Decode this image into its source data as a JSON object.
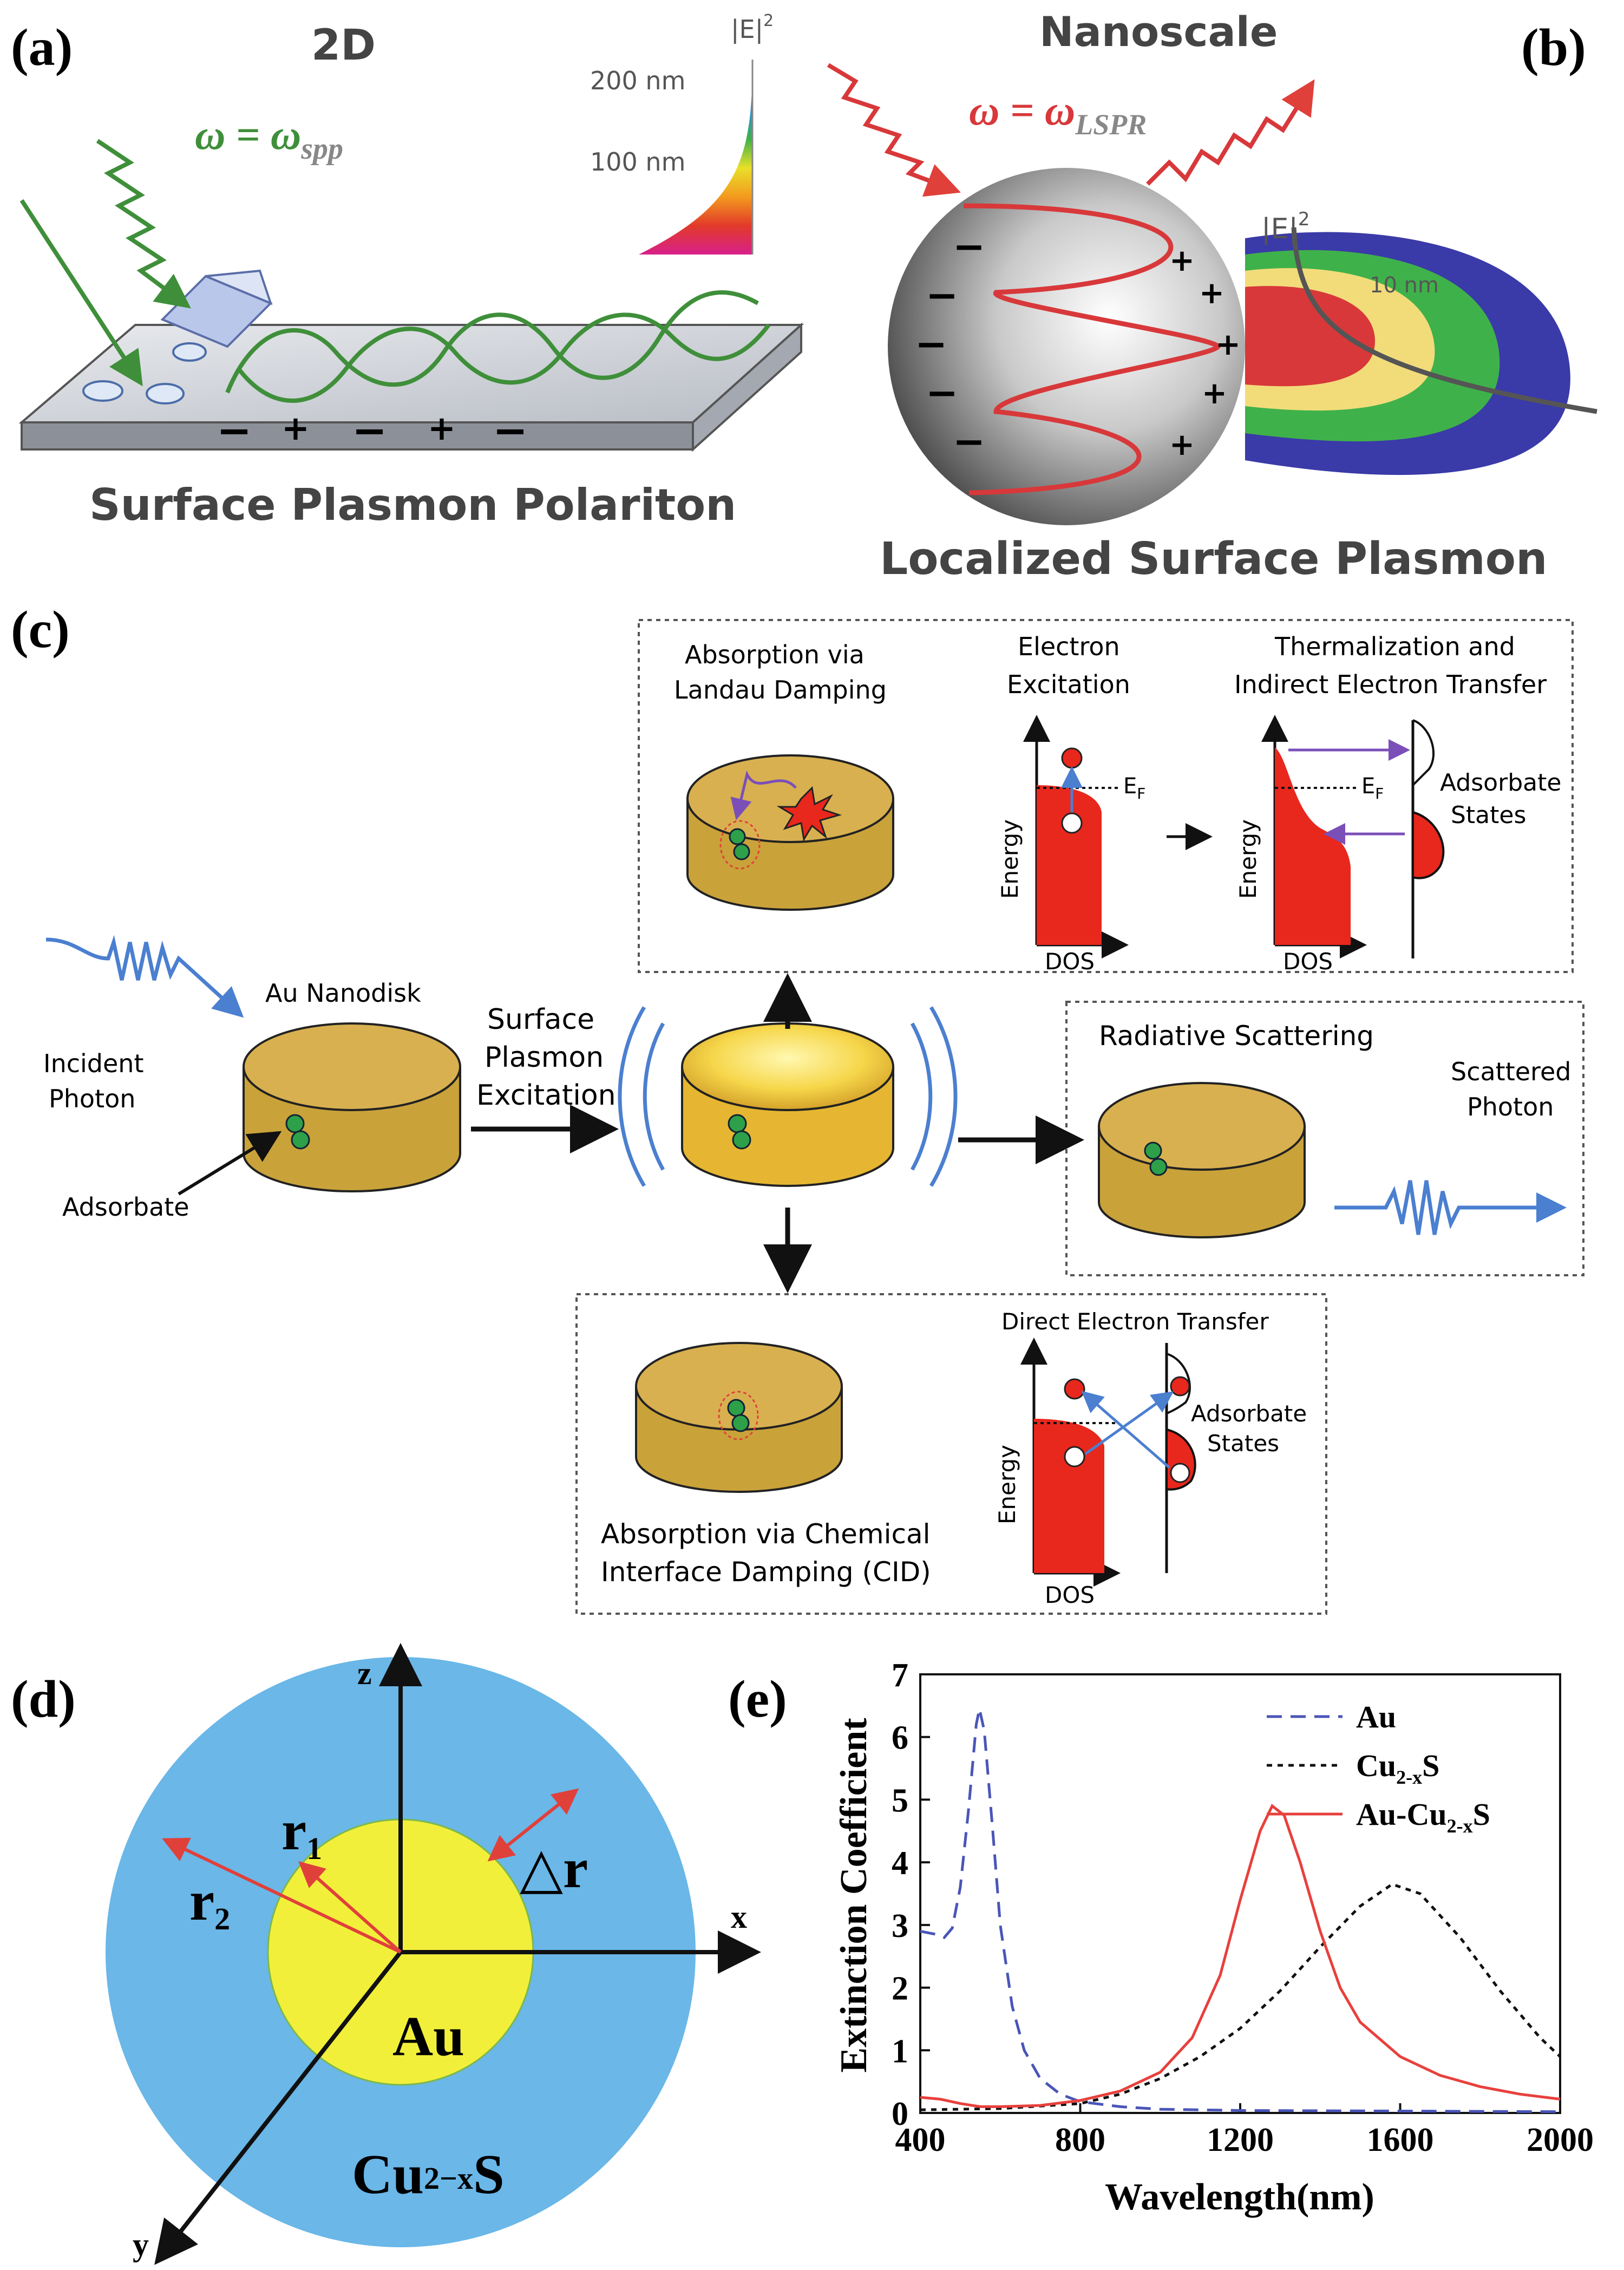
{
  "panels": {
    "a": {
      "letter": "(a)",
      "header": "2D",
      "omega": "ω = ω",
      "omega_sub": "spp",
      "field_label": "|E|",
      "field_sup": "2",
      "tick_200": "200 nm",
      "tick_100": "100 nm",
      "caption": "Surface Plasmon Polariton",
      "charges": [
        "−",
        "+",
        "−",
        "+",
        "−"
      ]
    },
    "b": {
      "letter": "(b)",
      "header": "Nanoscale",
      "omega": "ω = ω",
      "omega_sub": "LSPR",
      "field_label": "|E|",
      "field_sup": "2",
      "scale": "10 nm",
      "caption": "Localized Surface Plasmon",
      "minus": "−",
      "plus": "+"
    },
    "c": {
      "letter": "(c)",
      "incident_1": "Incident",
      "incident_2": "Photon",
      "nanodisk": "Au Nanodisk",
      "adsorbate": "Adsorbate",
      "excitation_1": "Surface",
      "excitation_2": "Plasmon",
      "excitation_3": "Excitation",
      "landau_1": "Absorption via",
      "landau_2": "Landau Damping",
      "electron_exc_1": "Electron",
      "electron_exc_2": "Excitation",
      "therm_1": "Thermalization and",
      "therm_2": "Indirect Electron Transfer",
      "ads_states_1": "Adsorbate",
      "ads_states_2": "States",
      "energy": "Energy",
      "dos": "DOS",
      "ef": "E",
      "ef_sub": "F",
      "radiative": "Radiative Scattering",
      "scattered_1": "Scattered",
      "scattered_2": "Photon",
      "direct": "Direct Electron Transfer",
      "cid_1": "Absorption via Chemical",
      "cid_2": "Interface Damping (CID)"
    },
    "d": {
      "letter": "(d)",
      "axis_z": "z",
      "axis_x": "x",
      "axis_y": "y",
      "r1": "r",
      "r1_sub": "1",
      "r2": "r",
      "r2_sub": "2",
      "dr": "△r",
      "core": "Au",
      "shell": "Cu",
      "shell_sub": "2−x",
      "shell_end": "S"
    },
    "e": {
      "letter": "(e)"
    }
  },
  "colors": {
    "spp_green": "#3f8f3a",
    "lspr_red": "#d8383a",
    "gold_disk": "#c9a23a",
    "photon_blue": "#4b7fd0",
    "dos_red": "#e8271d",
    "shell_blue": "#6ab7e8",
    "core_yellow": "#f2ef3a"
  },
  "chart_data": {
    "type": "line",
    "xlabel": "Wavelength(nm)",
    "ylabel": "Extinction Coefficient",
    "xlim": [
      400,
      2000
    ],
    "ylim": [
      0,
      7
    ],
    "xticks": [
      400,
      800,
      1200,
      1600,
      2000
    ],
    "yticks": [
      0,
      1,
      2,
      3,
      4,
      5,
      6,
      7
    ],
    "legend_position": "top-right",
    "series": [
      {
        "name": "Au",
        "label": "Au",
        "color": "#4a55b8",
        "dash": "dashed",
        "points": [
          [
            400,
            2.9
          ],
          [
            440,
            2.85
          ],
          [
            460,
            2.8
          ],
          [
            480,
            2.95
          ],
          [
            500,
            3.6
          ],
          [
            520,
            4.8
          ],
          [
            540,
            6.2
          ],
          [
            548,
            6.45
          ],
          [
            560,
            6.1
          ],
          [
            580,
            4.6
          ],
          [
            600,
            3.0
          ],
          [
            630,
            1.7
          ],
          [
            660,
            1.0
          ],
          [
            700,
            0.55
          ],
          [
            750,
            0.3
          ],
          [
            800,
            0.18
          ],
          [
            900,
            0.1
          ],
          [
            1000,
            0.06
          ],
          [
            1200,
            0.04
          ],
          [
            1600,
            0.03
          ],
          [
            2000,
            0.02
          ]
        ]
      },
      {
        "name": "Cu2-xS",
        "label": "Cu",
        "label_sub": "2-x",
        "label_end": "S",
        "color": "#111111",
        "dash": "dotted",
        "points": [
          [
            400,
            0.05
          ],
          [
            600,
            0.07
          ],
          [
            800,
            0.15
          ],
          [
            900,
            0.3
          ],
          [
            1000,
            0.55
          ],
          [
            1100,
            0.9
          ],
          [
            1200,
            1.35
          ],
          [
            1300,
            1.95
          ],
          [
            1400,
            2.65
          ],
          [
            1500,
            3.3
          ],
          [
            1580,
            3.65
          ],
          [
            1650,
            3.5
          ],
          [
            1750,
            2.8
          ],
          [
            1850,
            1.95
          ],
          [
            1950,
            1.2
          ],
          [
            2000,
            0.9
          ]
        ]
      },
      {
        "name": "Au-Cu2-xS",
        "label": "Au-Cu",
        "label_sub": "2-x",
        "label_end": "S",
        "color": "#e8403c",
        "dash": "solid",
        "points": [
          [
            400,
            0.25
          ],
          [
            450,
            0.22
          ],
          [
            500,
            0.15
          ],
          [
            550,
            0.1
          ],
          [
            600,
            0.1
          ],
          [
            700,
            0.12
          ],
          [
            800,
            0.2
          ],
          [
            900,
            0.35
          ],
          [
            1000,
            0.65
          ],
          [
            1080,
            1.2
          ],
          [
            1150,
            2.2
          ],
          [
            1200,
            3.4
          ],
          [
            1250,
            4.5
          ],
          [
            1280,
            4.9
          ],
          [
            1310,
            4.75
          ],
          [
            1350,
            4.0
          ],
          [
            1400,
            2.9
          ],
          [
            1450,
            2.0
          ],
          [
            1500,
            1.45
          ],
          [
            1600,
            0.9
          ],
          [
            1700,
            0.6
          ],
          [
            1800,
            0.42
          ],
          [
            1900,
            0.3
          ],
          [
            2000,
            0.22
          ]
        ]
      }
    ]
  }
}
